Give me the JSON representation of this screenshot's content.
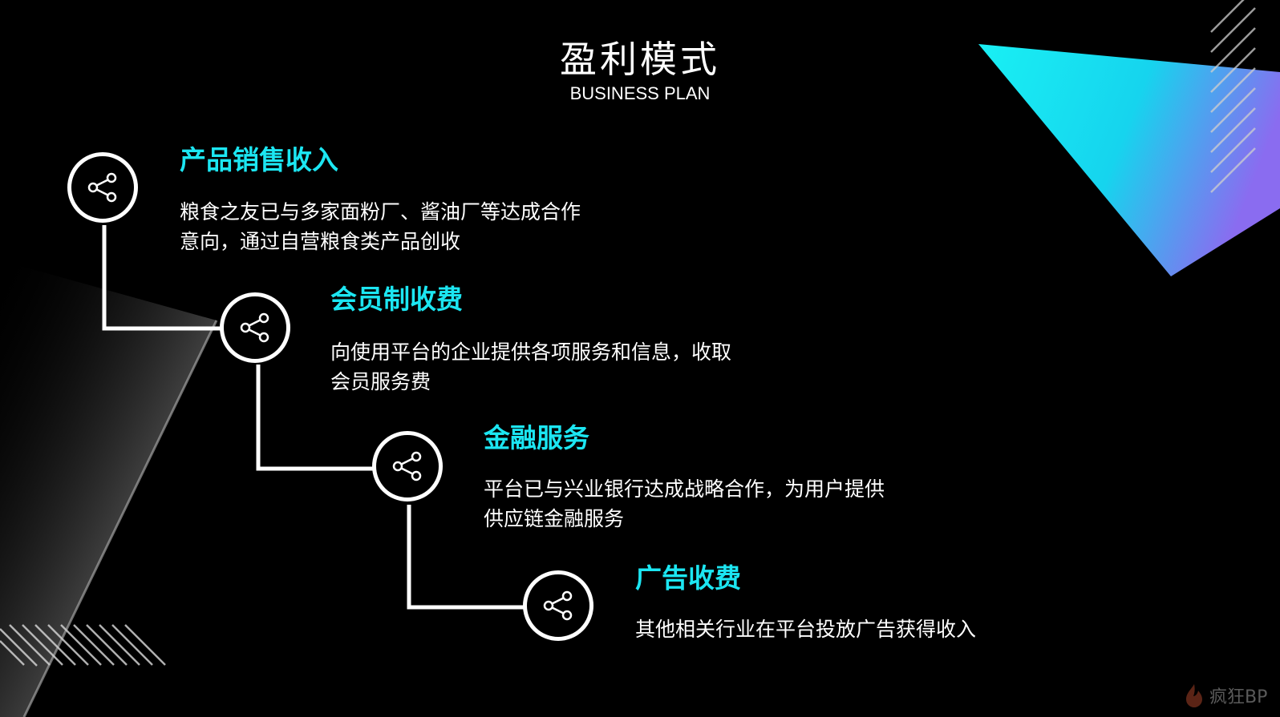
{
  "title": "盈利模式",
  "subtitle": "BUSINESS PLAN",
  "colors": {
    "accent": "#1ce6f2",
    "background": "#000000",
    "line": "#ffffff"
  },
  "items": [
    {
      "icon": "share-icon",
      "heading": "产品销售收入",
      "desc_lines": [
        "粮食之友已与多家面粉厂、酱油厂等达成合作",
        "意向，通过自营粮食类产品创收"
      ]
    },
    {
      "icon": "share-icon",
      "heading": "会员制收费",
      "desc_lines": [
        "向使用平台的企业提供各项服务和信息，收取",
        "会员服务费"
      ]
    },
    {
      "icon": "share-icon",
      "heading": "金融服务",
      "desc_lines": [
        "平台已与兴业银行达成战略合作，为用户提供",
        "供应链金融服务"
      ]
    },
    {
      "icon": "share-icon",
      "heading": "广告收费",
      "desc_lines": [
        "其他相关行业在平台投放广告获得收入"
      ]
    }
  ],
  "watermark": {
    "icon": "flame-logo-icon",
    "text": "疯狂BP"
  }
}
